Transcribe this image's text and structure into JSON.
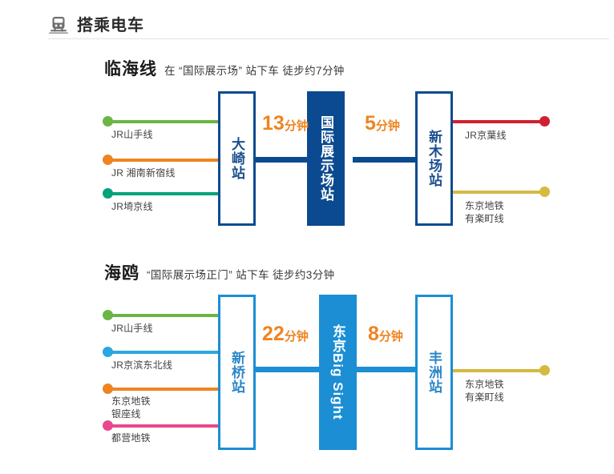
{
  "header": {
    "icon": "train-icon",
    "title": "搭乘电车"
  },
  "sections": [
    {
      "id": "rinkai",
      "line_name": "临海线",
      "note": "在 “国际展示场” 站下车 徒步约7分钟",
      "accent": "#0b4a90",
      "stations": [
        {
          "name": "大崎站",
          "style": "outline-navy"
        },
        {
          "name": "国际展示场站",
          "style": "filled-navy"
        },
        {
          "name": "新木场站",
          "style": "outline-navy"
        }
      ],
      "durations": [
        {
          "num": "13",
          "unit": "分钟"
        },
        {
          "num": "5",
          "unit": "分钟"
        }
      ],
      "left_feeders": [
        {
          "label": "JR山手线",
          "color": "#6cb544"
        },
        {
          "label": "JR 湘南新宿线",
          "color": "#ef8421"
        },
        {
          "label": "JR埼京线",
          "color": "#00a37a"
        }
      ],
      "right_feeders": [
        {
          "label": "JR京葉线",
          "color": "#cf202f"
        },
        {
          "label": "东京地铁\n有楽町线",
          "color": "#d6b940"
        }
      ]
    },
    {
      "id": "yurikamome",
      "line_name": "海鸥",
      "note": "“国际展示场正门” 站下车 徒步约3分钟",
      "accent": "#1b8ed4",
      "stations": [
        {
          "name": "新桥站",
          "style": "outline-cyan"
        },
        {
          "name": "东京Big Sight",
          "style": "filled-cyan"
        },
        {
          "name": "丰洲站",
          "style": "outline-cyan"
        }
      ],
      "durations": [
        {
          "num": "22",
          "unit": "分钟"
        },
        {
          "num": "8",
          "unit": "分钟"
        }
      ],
      "left_feeders": [
        {
          "label": "JR山手线",
          "color": "#6cb544"
        },
        {
          "label": "JR京滨东北线",
          "color": "#29a8e0"
        },
        {
          "label": "东京地铁\n银座线",
          "color": "#ef8421"
        },
        {
          "label": "都营地铁",
          "color": "#e9478c"
        }
      ],
      "right_feeders": [
        {
          "label": "东京地铁\n有楽町线",
          "color": "#d6b940"
        }
      ]
    }
  ],
  "colors": {
    "navy": "#0b4a90",
    "cyan": "#1b8ed4",
    "orange": "#ef8421",
    "text": "#3f3f3f",
    "rule": "#e3e3e3"
  }
}
